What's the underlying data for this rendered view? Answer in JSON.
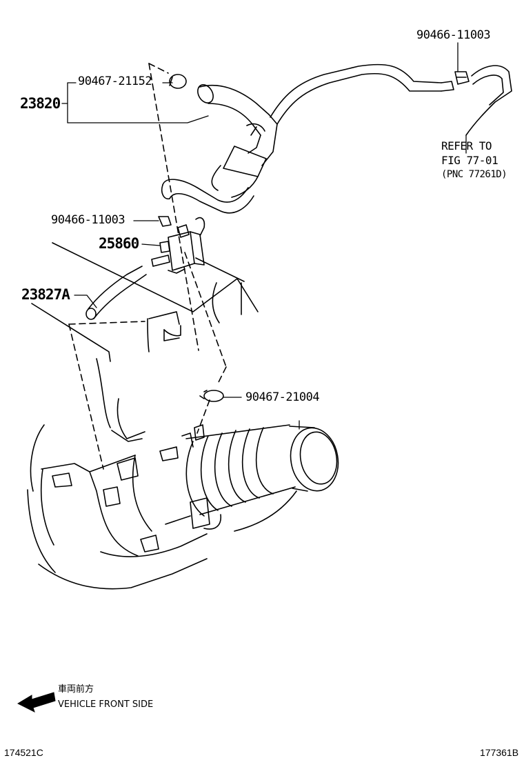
{
  "labels": {
    "p_90466_11003_top": "90466-11003",
    "refer_line1": "REFER TO",
    "refer_line2": "FIG 77-01",
    "refer_line3": "(PNC 77261D)",
    "p_90467_21152": "90467-21152",
    "p_23820": "23820",
    "p_90466_11003_mid": "90466-11003",
    "p_25860": "25860",
    "p_23827A": "23827A",
    "p_90467_21004": "90467-21004"
  },
  "front_indicator": {
    "japanese": "車両前方",
    "english": "VEHICLE FRONT SIDE",
    "icon": "arrow-left-icon"
  },
  "footer": {
    "left_code": "174521C",
    "right_code": "177361B"
  }
}
